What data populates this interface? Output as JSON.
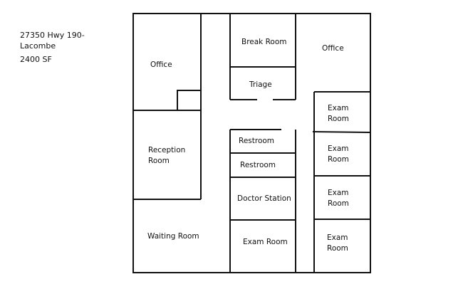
{
  "info": {
    "address_line1": "27350 Hwy 190-",
    "address_line2": "Lacombe",
    "area": "2400 SF"
  },
  "rooms": {
    "office_left": "Office",
    "reception_1": "Reception",
    "reception_2": "Room",
    "waiting": "Waiting Room",
    "break_room": "Break Room",
    "triage": "Triage",
    "restroom_1": "Restroom",
    "restroom_2": "Restroom",
    "doctor_station": "Doctor Station",
    "exam_center": "Exam Room",
    "office_right": "Office",
    "exam_r1_a": "Exam",
    "exam_r1_b": "Room",
    "exam_r2_a": "Exam",
    "exam_r2_b": "Room",
    "exam_r3_a": "Exam",
    "exam_r3_b": "Room",
    "exam_r4_a": "Exam",
    "exam_r4_b": "Room"
  }
}
